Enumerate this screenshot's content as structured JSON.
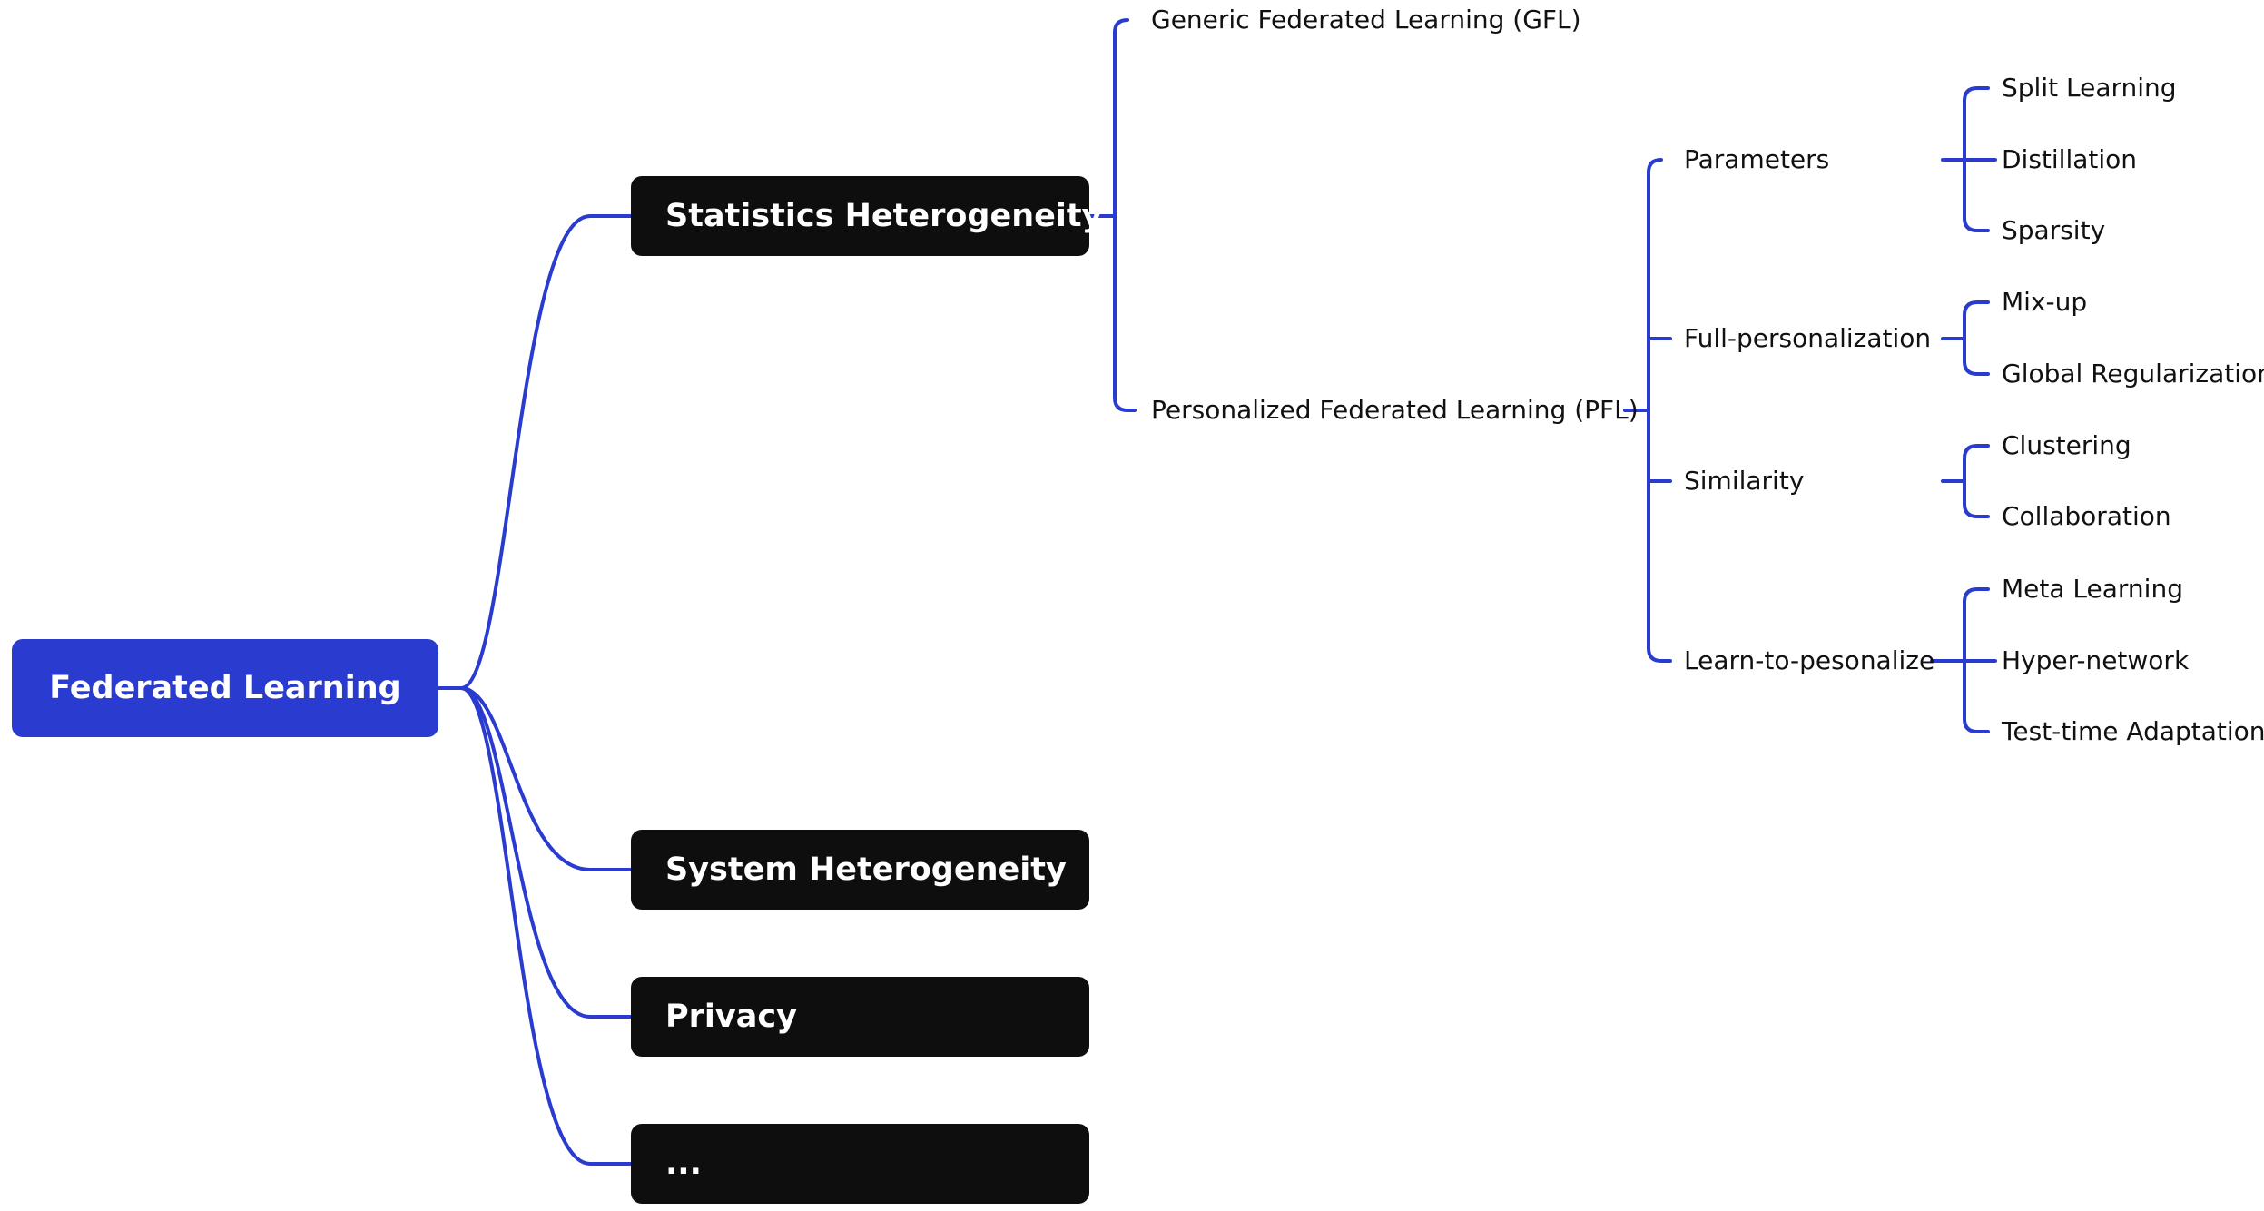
{
  "diagram": {
    "type": "mind-map",
    "connector_color": "#2a3bd0",
    "root": {
      "label": "Federated Learning",
      "fill": "#2a3bd0"
    },
    "branches": [
      {
        "label": "Statistics Heterogeneity",
        "fill": "#0e0e0e",
        "children": [
          {
            "label": "Generic Federated Learning (GFL)"
          },
          {
            "label": "Personalized Federated Learning (PFL)",
            "children": [
              {
                "label": "Parameters",
                "children": [
                  "Split Learning",
                  "Distillation",
                  "Sparsity"
                ]
              },
              {
                "label": "Full-personalization",
                "children": [
                  "Mix-up",
                  "Global Regularization"
                ]
              },
              {
                "label": "Similarity",
                "children": [
                  "Clustering",
                  "Collaboration"
                ]
              },
              {
                "label": "Learn-to-pesonalize",
                "children": [
                  "Meta Learning",
                  "Hyper-network",
                  "Test-time Adaptation"
                ]
              }
            ]
          }
        ]
      },
      {
        "label": "System Heterogeneity",
        "fill": "#0e0e0e"
      },
      {
        "label": "Privacy",
        "fill": "#0e0e0e"
      },
      {
        "label": "...",
        "fill": "#0e0e0e"
      }
    ]
  }
}
